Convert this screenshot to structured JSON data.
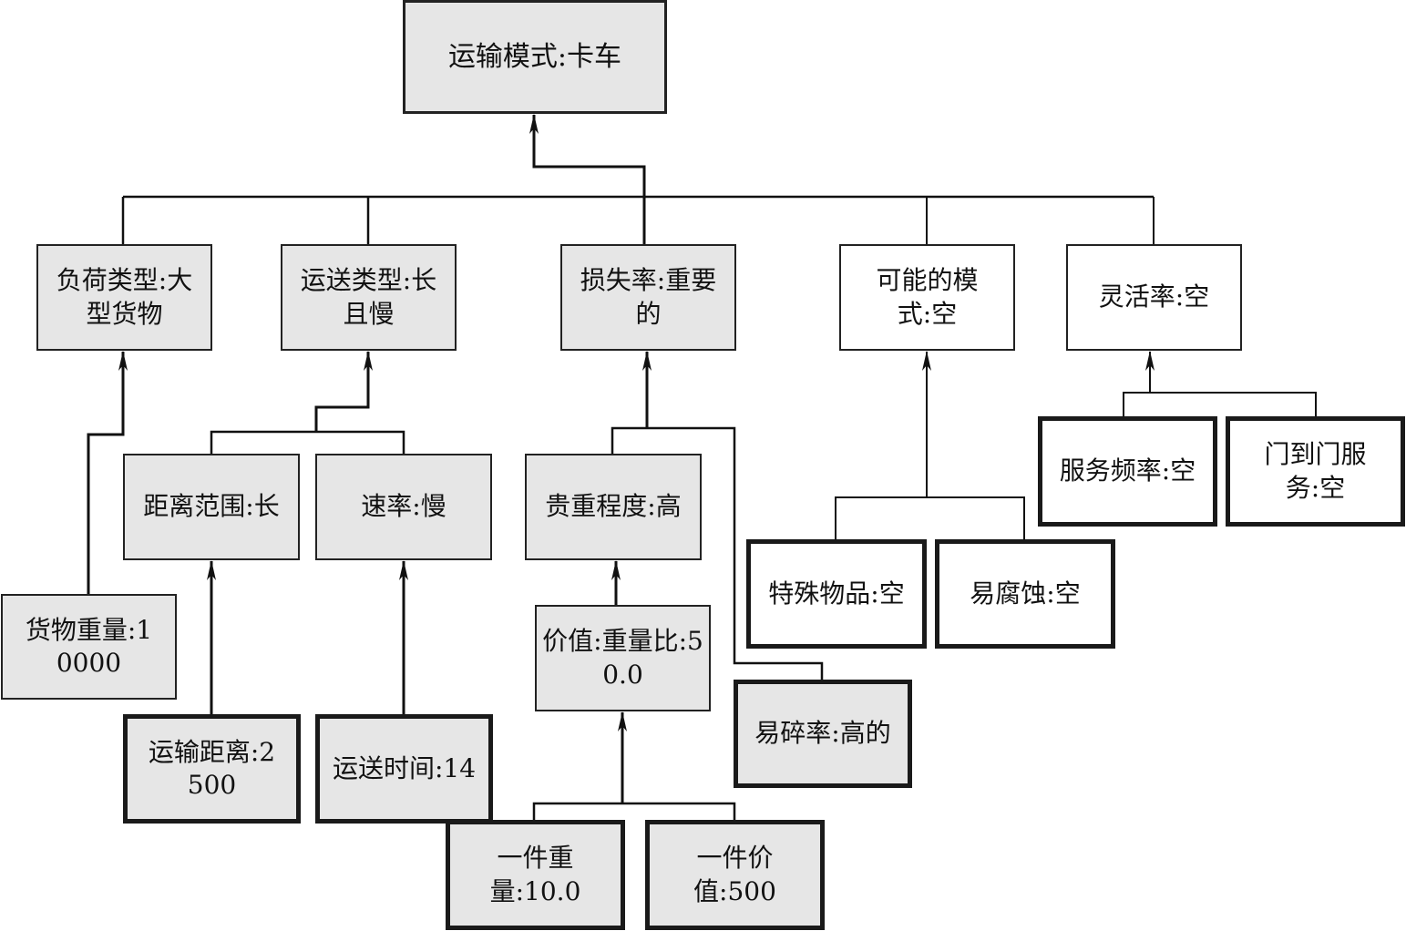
{
  "diagram": {
    "nodes": {
      "transport_mode": "运输模式:卡车",
      "load_type": "负荷类型:大型货物",
      "delivery_type": "运送类型:长且慢",
      "loss_rate": "损失率:重要的",
      "possible_mode": "可能的模式:空",
      "flexibility": "灵活率:空",
      "distance_range": "距离范围:长",
      "speed": "速率:慢",
      "preciousness": "贵重程度:高",
      "special_goods": "特殊物品:空",
      "perishable": "易腐蚀:空",
      "service_frequency": "服务频率:空",
      "door_to_door": "门到门服务:空",
      "cargo_weight": "货物重量:10000",
      "value_weight_ratio": "价值:重量比:50.0",
      "fragility": "易碎率:高的",
      "transport_distance": "运输距离:2500",
      "delivery_time": "运送时间:14",
      "unit_weight": "一件重量:10.0",
      "unit_value": "一件价值:500"
    },
    "colors": {
      "filled_box": "#e6e6e6",
      "plain_box": "#ffffff",
      "line": "#111111"
    }
  }
}
